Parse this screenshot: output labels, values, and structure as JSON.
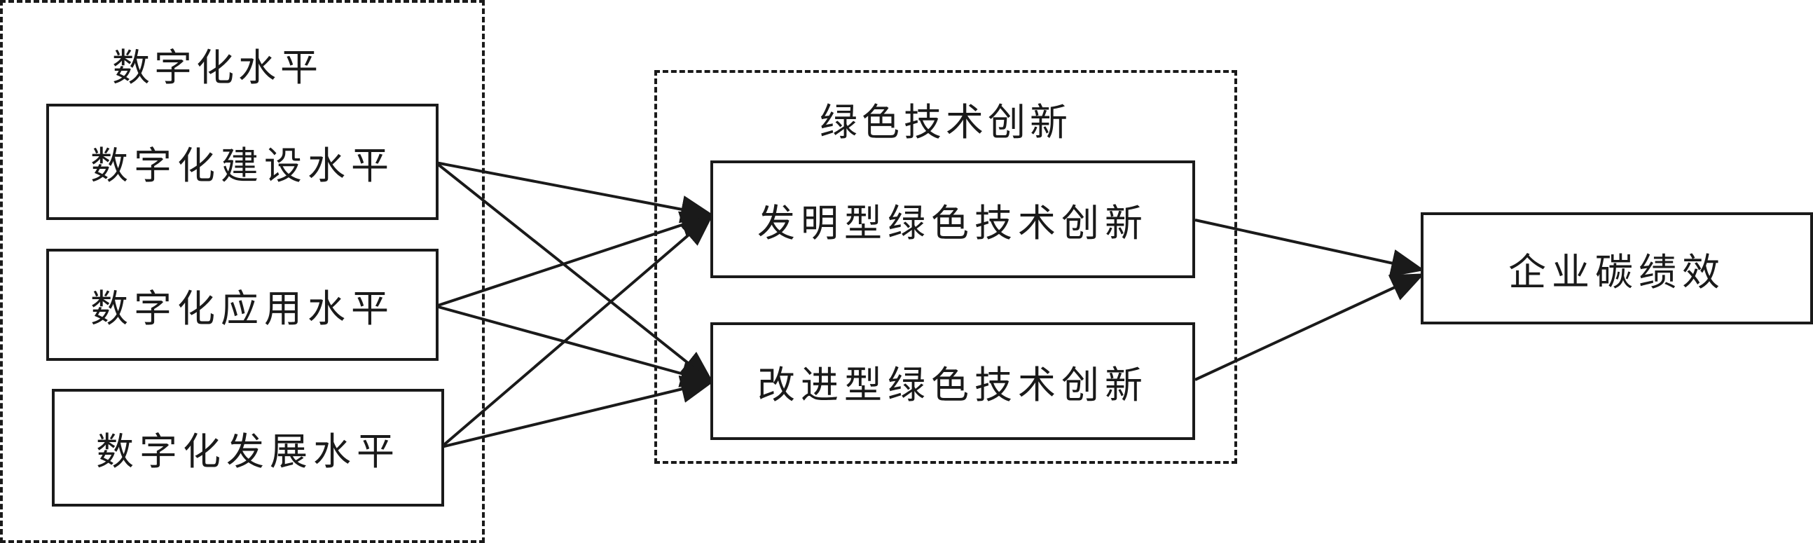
{
  "groups": {
    "digital": {
      "title": "数字化水平"
    },
    "green": {
      "title": "绿色技术创新"
    }
  },
  "nodes": {
    "construction": "数字化建设水平",
    "application": "数字化应用水平",
    "development": "数字化发展水平",
    "invention": "发明型绿色技术创新",
    "improvement": "改进型绿色技术创新",
    "carbon": "企业碳绩效"
  },
  "colors": {
    "line": "#1a1a1a"
  }
}
